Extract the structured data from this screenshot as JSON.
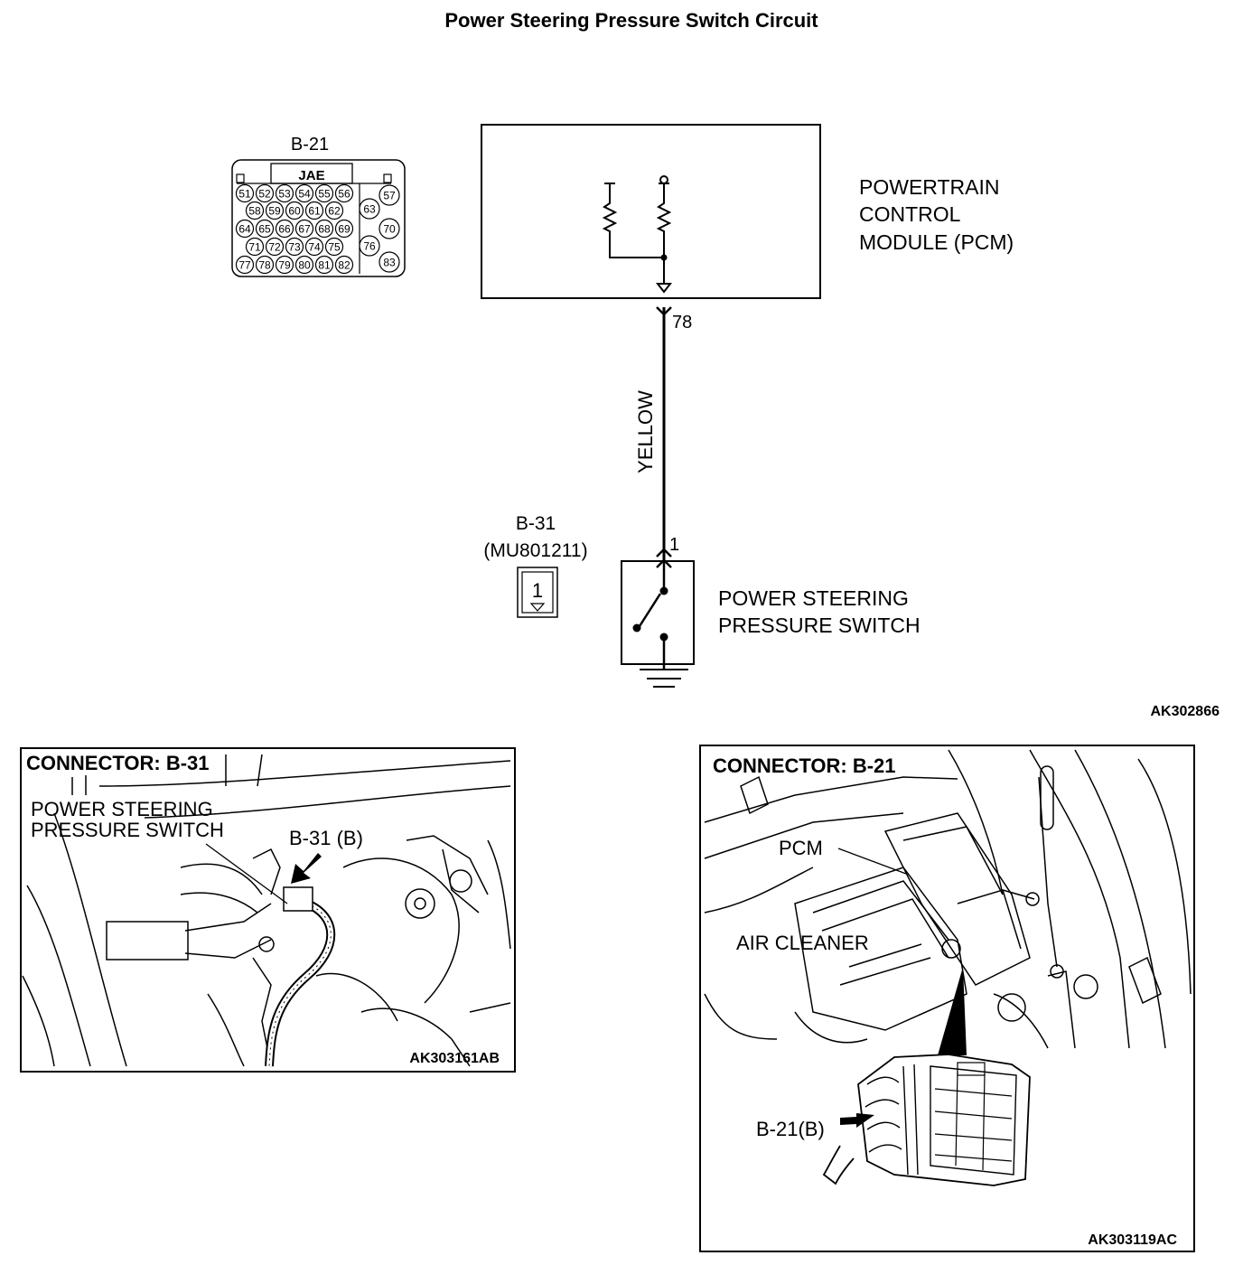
{
  "title": "Power Steering Pressure Switch Circuit",
  "figure_id_top": "AK302866",
  "connector_b21": {
    "label": "B-21",
    "tag": "JAE",
    "pins_row1": [
      "51",
      "52",
      "53",
      "54",
      "55",
      "56"
    ],
    "pins_row2": [
      "58",
      "59",
      "60",
      "61",
      "62"
    ],
    "pins_row3": [
      "64",
      "65",
      "66",
      "67",
      "68",
      "69"
    ],
    "pins_row4": [
      "71",
      "72",
      "73",
      "74",
      "75"
    ],
    "pins_row5": [
      "77",
      "78",
      "79",
      "80",
      "81",
      "82"
    ],
    "pins_side": [
      "57",
      "63",
      "70",
      "76",
      "83"
    ]
  },
  "pcm": {
    "line1": "POWERTRAIN",
    "line2": "CONTROL",
    "line3": "MODULE (PCM)",
    "terminal": "78"
  },
  "wire": {
    "color_label": "YELLOW"
  },
  "connector_b31": {
    "label": "B-31",
    "part_number": "(MU801211)",
    "pin": "1",
    "terminal": "1"
  },
  "switch": {
    "line1": "POWER STEERING",
    "line2": "PRESSURE SWITCH"
  },
  "photo_b31": {
    "header": "CONNECTOR: B-31",
    "callout_line1": "POWER STEERING",
    "callout_line2": "PRESSURE SWITCH",
    "arrow_label": "B-31 (B)",
    "figure_id": "AK303161AB"
  },
  "photo_b21": {
    "header": "CONNECTOR: B-21",
    "pcm_label": "PCM",
    "air_cleaner_label": "AIR CLEANER",
    "arrow_label": "B-21(B)",
    "figure_id": "AK303119AC"
  }
}
